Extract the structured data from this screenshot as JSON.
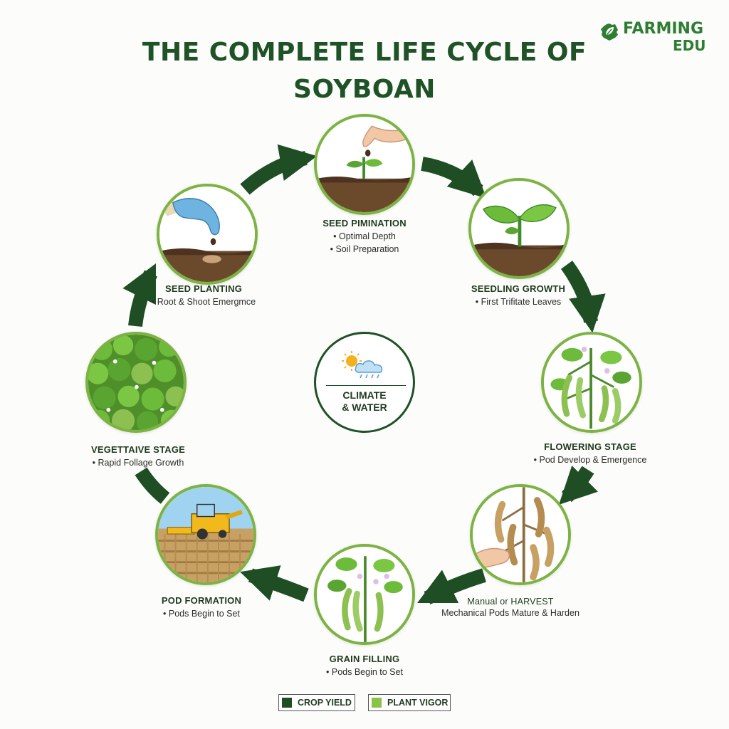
{
  "title_line1": "THE COMPLETE LIFE CYCLE OF",
  "title_line2": "SOYBOAN",
  "brand": {
    "line1": "FARMING",
    "line2": "EDU",
    "icon": "leaf-gear-logo-icon"
  },
  "colors": {
    "dark_green": "#1f5226",
    "light_green": "#7cb342",
    "arrow": "#1f4d24"
  },
  "stages": [
    {
      "name": "SEED PIMINATION",
      "bullets": [
        "• Optimal Depth",
        "• Soil Preparation"
      ],
      "icon": "hand-seed-sprout-icon"
    },
    {
      "name": "SEEDLING GROWTH",
      "bullets": [
        "• First Trifitate Leaves"
      ],
      "icon": "seedling-icon"
    },
    {
      "name": "FLOWERING STAGE",
      "bullets": [
        "• Pod   Develop & Emergence"
      ],
      "icon": "pod-plant-icon"
    },
    {
      "name": "Manual or HARVEST",
      "bullets": [
        "Mechanical Pods Mature & Harden"
      ],
      "icon": "hand-mature-pods-icon"
    },
    {
      "name": "GRAIN FILLING",
      "bullets": [
        "• Pods Begin to Set"
      ],
      "icon": "flowering-pod-plant-icon"
    },
    {
      "name": "POD FORMATION",
      "bullets": [
        "• Pods Begin to Set"
      ],
      "icon": "combine-harvester-icon"
    },
    {
      "name": "VEGETTAIVE STAGE",
      "bullets": [
        "• Rapid Follage Growth"
      ],
      "icon": "dense-foliage-icon"
    },
    {
      "name": "SEED PLANTING",
      "bullets": [
        "• Root & Shoot Emergmce"
      ],
      "icon": "gloved-hand-seed-icon"
    }
  ],
  "center": {
    "line1": "CLIMATE",
    "line2": "& WATER",
    "icon": "sun-rain-cloud-icon"
  },
  "legend": [
    {
      "label": "CROP YIELD",
      "color": "#1f4d24"
    },
    {
      "label": "PLANT VIGOR",
      "color": "#8bc34a"
    }
  ]
}
